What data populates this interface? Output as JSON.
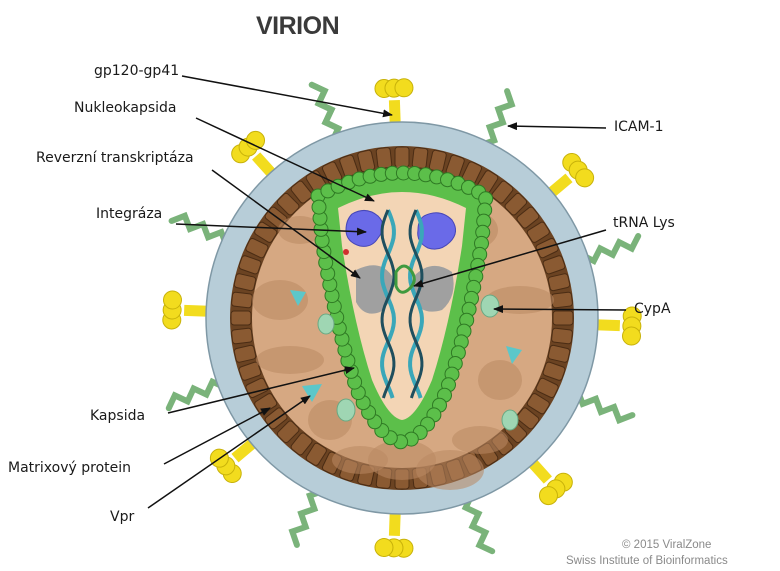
{
  "title": "VIRION",
  "labels": {
    "gp120_gp41": "gp120-gp41",
    "nukleokapsida": "Nukleokapsida",
    "reverzni_transkriptaza": "Reverzní transkriptáza",
    "integraza": "Integráza",
    "icam1": "ICAM-1",
    "trna_lys": "tRNA Lys",
    "cypa": "CypA",
    "kapsida": "Kapsida",
    "matrixovy_protein": "Matrixový protein",
    "vpr": "Vpr"
  },
  "credit": {
    "line1": "© 2015 ViralZone",
    "line2": "Swiss Institute of Bioinformatics"
  },
  "colors": {
    "envelope": "#b7cdd8",
    "matrix_ring": "#6b4322",
    "interior": "#d6a882",
    "capsid_green": "#5cbf4a",
    "capsid_inner": "#f3d5b5",
    "integrase": "#6a6ae8",
    "rna": "#3aa7b9",
    "gp120": "#f2dc1e",
    "stalk": "#7ab37a",
    "vpr": "#5cc7c9",
    "cypa": "#9fd6b3",
    "rt": "#a0a0a0"
  }
}
